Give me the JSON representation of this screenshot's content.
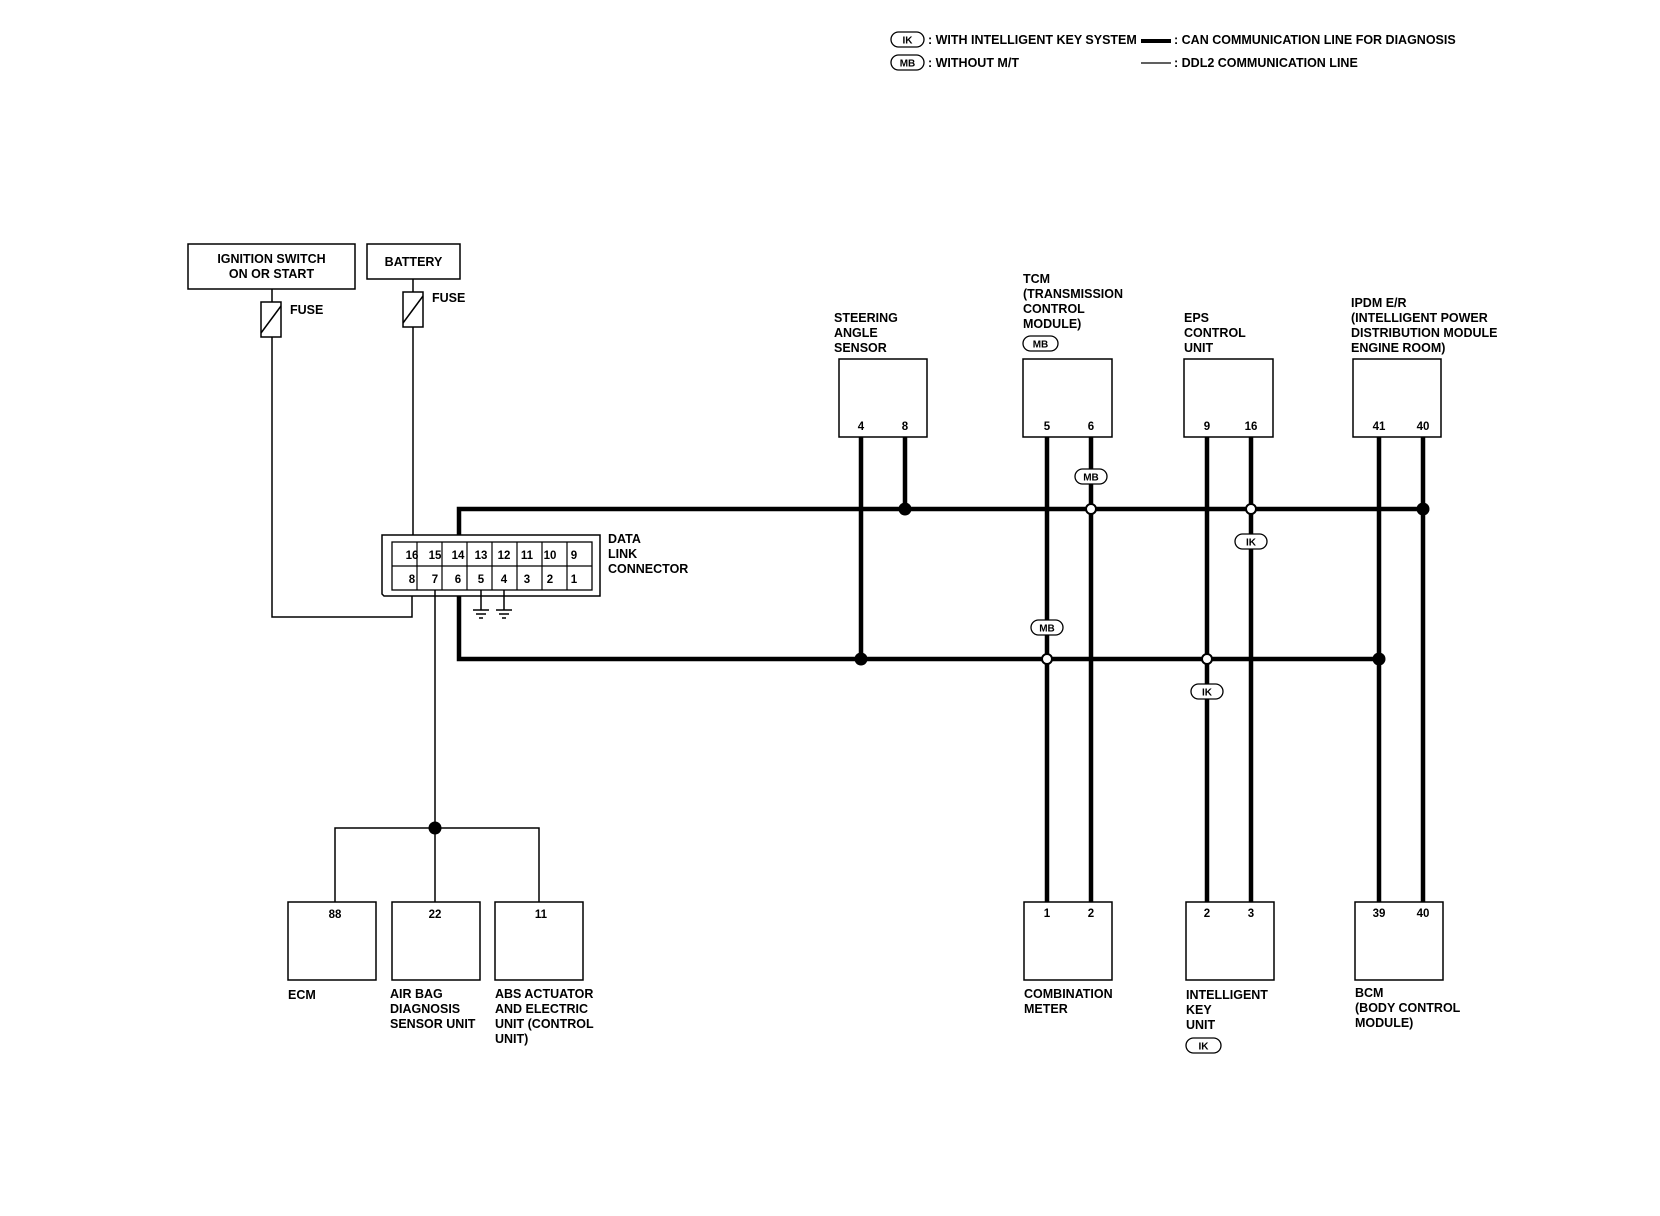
{
  "legend": {
    "ik_badge": "IK",
    "ik_text": ": WITH INTELLIGENT KEY SYSTEM",
    "mb_badge": "MB",
    "mb_text": ": WITHOUT M/T",
    "can_text": ": CAN COMMUNICATION LINE FOR DIAGNOSIS",
    "ddl_text": ": DDL2 COMMUNICATION LINE"
  },
  "power": {
    "ignition_line1": "IGNITION SWITCH",
    "ignition_line2": "ON OR START",
    "battery": "BATTERY",
    "fuse": "FUSE"
  },
  "connector": {
    "name": [
      "DATA",
      "LINK",
      "CONNECTOR"
    ],
    "top_pins": [
      "16",
      "15",
      "14",
      "13",
      "12",
      "11",
      "10",
      "9"
    ],
    "bottom_pins": [
      "8",
      "7",
      "6",
      "5",
      "4",
      "3",
      "2",
      "1"
    ]
  },
  "top_modules": {
    "steering": {
      "label": [
        "STEERING",
        "ANGLE",
        "SENSOR"
      ],
      "pins": [
        "4",
        "8"
      ]
    },
    "tcm": {
      "label": [
        "TCM",
        "(TRANSMISSION",
        "CONTROL",
        "MODULE)"
      ],
      "badge": "MB",
      "pins": [
        "5",
        "6"
      ]
    },
    "eps": {
      "label": [
        "EPS",
        "CONTROL",
        "UNIT"
      ],
      "pins": [
        "9",
        "16"
      ]
    },
    "ipdm": {
      "label": [
        "IPDM E/R",
        "(INTELLIGENT POWER",
        "DISTRIBUTION MODULE",
        "ENGINE ROOM)"
      ],
      "pins": [
        "41",
        "40"
      ]
    }
  },
  "bottom_modules": {
    "ecm": {
      "label": [
        "ECM"
      ],
      "pin": "88"
    },
    "airbag": {
      "label": [
        "AIR BAG",
        "DIAGNOSIS",
        "SENSOR UNIT"
      ],
      "pin": "22"
    },
    "abs": {
      "label": [
        "ABS ACTUATOR",
        "AND ELECTRIC",
        "UNIT (CONTROL",
        "UNIT)"
      ],
      "pin": "11"
    },
    "meter": {
      "label": [
        "COMBINATION",
        "METER"
      ],
      "pins": [
        "1",
        "2"
      ]
    },
    "ikey": {
      "label": [
        "INTELLIGENT",
        "KEY",
        "UNIT"
      ],
      "badge": "IK",
      "pins": [
        "2",
        "3"
      ]
    },
    "bcm": {
      "label": [
        "BCM",
        "(BODY CONTROL",
        "MODULE)"
      ],
      "pins": [
        "39",
        "40"
      ]
    }
  },
  "line_badges": {
    "mb": "MB",
    "ik": "IK"
  }
}
